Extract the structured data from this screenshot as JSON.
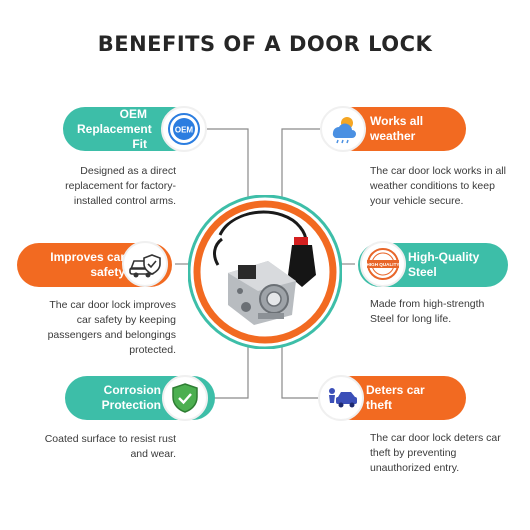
{
  "title": "BENEFITS OF A DOOR LOCK",
  "colors": {
    "teal": "#3dbea8",
    "orange": "#f26a21",
    "line": "#7f7f7f"
  },
  "benefits": [
    {
      "label_line1": "OEM",
      "label_line2": "Replacement Fit",
      "icon": "oem-badge-icon",
      "badge_text": "OEM",
      "description": [
        "Designed as a direct",
        "replacement for factory-",
        "installed control arms."
      ]
    },
    {
      "label_line1": "Works all",
      "label_line2": "weather",
      "icon": "weather-icon",
      "description": [
        "The car door lock works in all",
        "weather conditions to keep",
        "your vehicle secure."
      ]
    },
    {
      "label_line1": "Improves car",
      "label_line2": "safety",
      "icon": "car-shield-icon",
      "description": [
        "The car door lock improves",
        "car safety by keeping",
        "passengers and belongings",
        "protected."
      ]
    },
    {
      "label_line1": "High-Quality",
      "label_line2": "Steel",
      "icon": "quality-stamp-icon",
      "badge_text": "HIGH QUALITY",
      "description": [
        "Made from high-strength",
        "Steel for long life."
      ]
    },
    {
      "label_line1": "Corrosion",
      "label_line2": "Protection",
      "icon": "shield-check-icon",
      "description": [
        "Coated surface to resist rust",
        "and wear."
      ]
    },
    {
      "label_line1": "Deters car",
      "label_line2": "theft",
      "icon": "thief-car-icon",
      "description": [
        "The car door lock deters car",
        "theft by preventing",
        "unauthorized entry."
      ]
    }
  ]
}
